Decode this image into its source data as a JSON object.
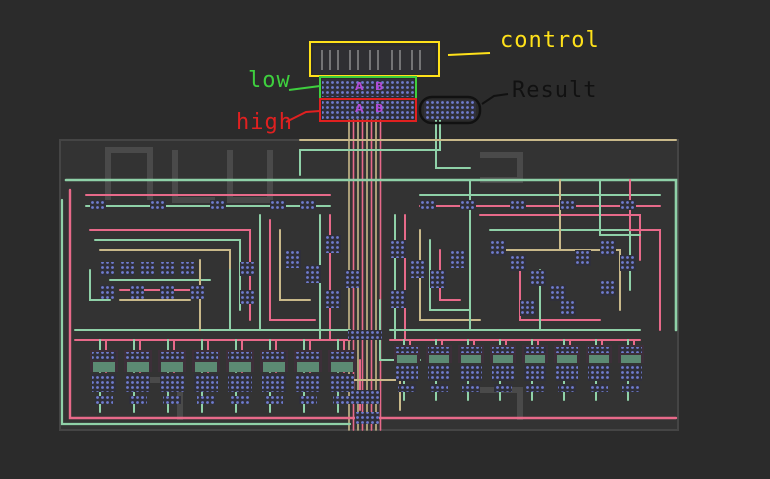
{
  "annotations": {
    "control": "control",
    "low": "low",
    "high": "high",
    "result": "Result"
  },
  "operand_labels": {
    "low_a": "A",
    "low_b": "B",
    "high_a": "A",
    "high_b": "B"
  },
  "colors": {
    "background": "#2b2b2b",
    "board": "#3a3a3a",
    "wire_green": "#8fd1a8",
    "wire_pink": "#e86a8a",
    "wire_tan": "#c9b98a",
    "pin_blue": "#4f5fa8",
    "control_box": "#ffe11a",
    "low_box": "#3ecf3e",
    "high_box": "#e02020",
    "result_box": "#111111",
    "operand_text": "#b04bd6"
  },
  "icons": [
    "ladder-cell-icon",
    "pin-grid-icon"
  ]
}
